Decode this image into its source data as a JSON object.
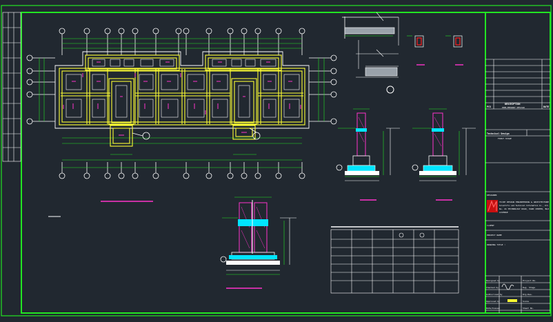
{
  "drawing": {
    "colors": {
      "background": "#212830",
      "frame": "#22e622",
      "wall": "#ffff33",
      "dimension": "#22e622",
      "rebar": "#ff33cc",
      "lines": "#ffffff",
      "concrete": "#00e5ff",
      "logo": "#e01010"
    },
    "title_block": {
      "rev_pcs": "PCS",
      "rev_description": "DESCRIPTION",
      "rev_date": "DATE",
      "rev_note": "PRELIMINARY DESIGN",
      "design_stage": "Technical Design",
      "stage_note": "FIRST STAGE",
      "company_label": "DESIGNER",
      "company_lines": [
        "YIJIE DESIGN ENGINEERING & ARCHITECTURE",
        "Scientific and Technical Information Co., Ltd.",
        "No. 21 TECHNOLOGY ROAD, PARK CENTER, BLD",
        "LICENSE"
      ],
      "client_label": "CLIENT",
      "project_label": "PROJECT NAME",
      "drawing_title_label": "DRAWING TITLE :",
      "signoff_rows": [
        {
          "left": "Designed by",
          "right": "Project No."
        },
        {
          "left": "Checked by",
          "right": "Dwg. Stage"
        },
        {
          "left": "Authorized by",
          "right": "Drg.Des."
        },
        {
          "left": "Approved by",
          "right": "Scale"
        },
        {
          "left": "Date/Issued",
          "right": "Sheet No."
        }
      ]
    }
  }
}
